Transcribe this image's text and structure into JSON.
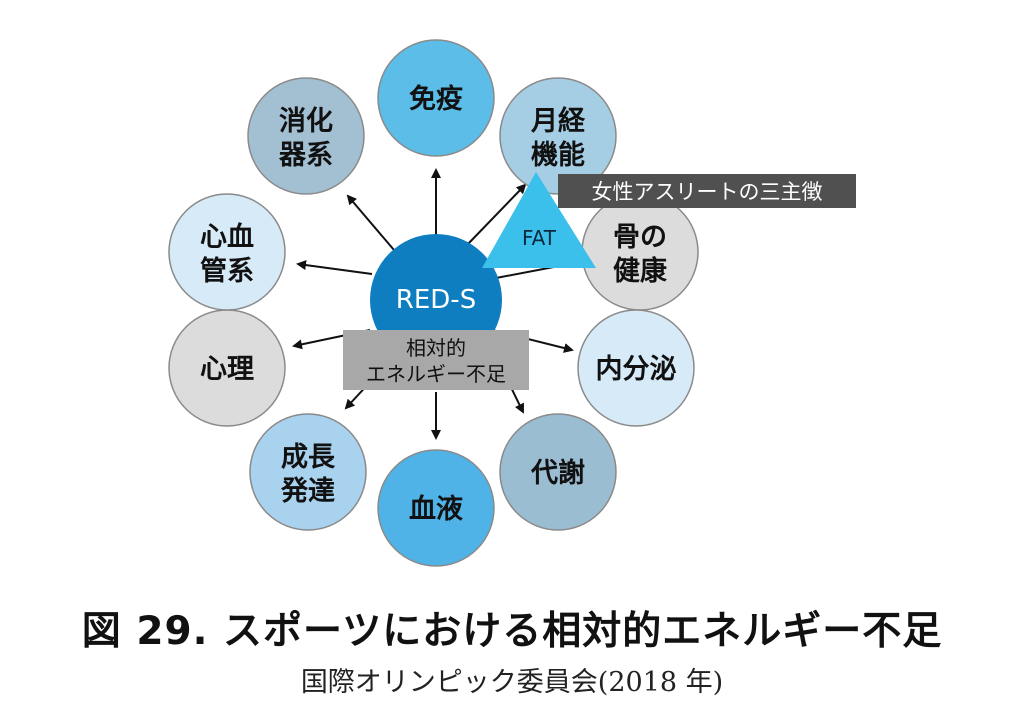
{
  "center": {
    "label": "RED-S",
    "subtitle_line1": "相対的",
    "subtitle_line2": "エネルギー不足"
  },
  "nodes": [
    {
      "id": "immune",
      "line1": "免疫",
      "line2": "",
      "fill": "#5bbde8"
    },
    {
      "id": "menstrual",
      "line1": "月経",
      "line2": "機能",
      "fill": "#a5cde3"
    },
    {
      "id": "bone",
      "line1": "骨の",
      "line2": "健康",
      "fill": "#dcdcdc"
    },
    {
      "id": "endocrine",
      "line1": "内分泌",
      "line2": "",
      "fill": "#d6eaf7"
    },
    {
      "id": "metabolism",
      "line1": "代謝",
      "line2": "",
      "fill": "#9bbdd2"
    },
    {
      "id": "blood",
      "line1": "血液",
      "line2": "",
      "fill": "#4fb3e8"
    },
    {
      "id": "growth",
      "line1": "成長",
      "line2": "発達",
      "fill": "#a9d2ef"
    },
    {
      "id": "psychology",
      "line1": "心理",
      "line2": "",
      "fill": "#dcdcdc"
    },
    {
      "id": "cardiovascular",
      "line1": "心血",
      "line2": "管系",
      "fill": "#d6eaf7"
    },
    {
      "id": "digestive",
      "line1": "消化",
      "line2": "器系",
      "fill": "#a3bfd2"
    }
  ],
  "fat": {
    "label": "FAT",
    "tag": "女性アスリートの三主徴"
  },
  "caption": {
    "title": "図 29.  スポーツにおける相対的エネルギー不足",
    "source": "国際オリンピック委員会(2018 年)"
  },
  "colors": {
    "center_fill": "#0f7ec0",
    "subtitle_box": "#a8a8a8",
    "triangle": "#3bc0ec",
    "tag_bg": "#505050"
  }
}
